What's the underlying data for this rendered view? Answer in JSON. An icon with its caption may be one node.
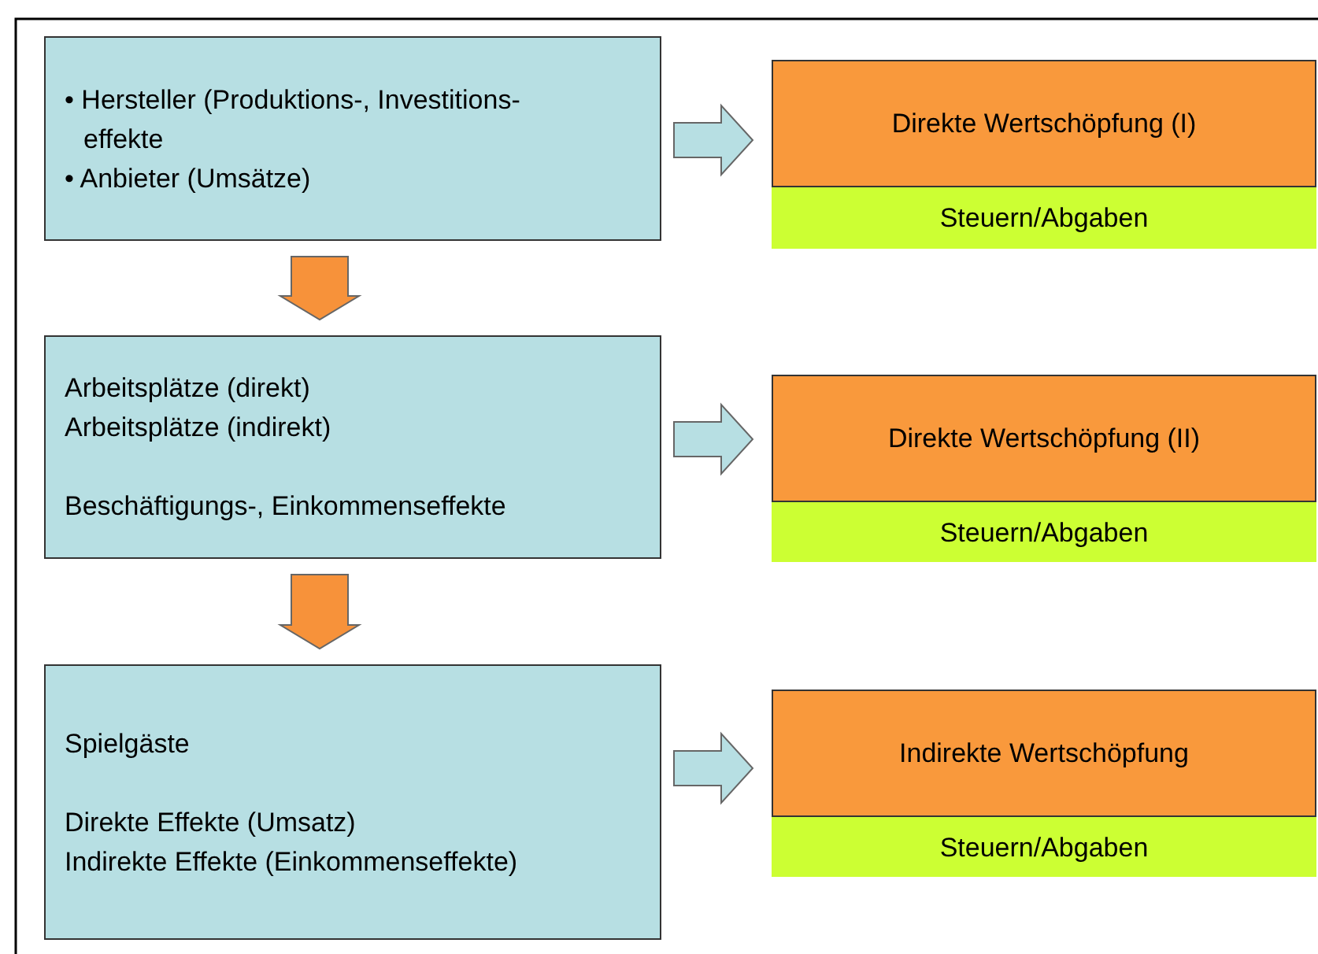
{
  "diagram": {
    "nodes": [
      {
        "text": [
          "• Hersteller (Produktions-, Investitions- effekte",
          "• Anbieter (Umsätze)"
        ]
      },
      {
        "text": [
          "Direkte Wertschöpfung (I)"
        ]
      },
      {
        "text": [
          "Steuern/Abgaben"
        ],
        "in": 1
      },
      {
        "text": [
          "Arbeitsplätze (direkt)",
          "Arbeitsplätze (indirekt)",
          "Beschäftigungs-, Einkommenseffekte"
        ]
      },
      {
        "text": [
          "Direkte Wertschöpfung (II)"
        ]
      },
      {
        "text": [
          "Steuern/Abgaben"
        ],
        "in": 4
      },
      {
        "text": [
          "Spielgäste",
          "Direkte Effekte (Umsatz)",
          "Indirekte Effekte (Einkommenseffekte)"
        ]
      },
      {
        "text": [
          "Indirekte Wertschöpfung"
        ]
      },
      {
        "text": [
          "Steuern/Abgaben"
        ],
        "in": 7
      }
    ],
    "edges": [
      {
        "from": 0,
        "to": 1,
        "arrow": "to"
      },
      {
        "from": 0,
        "to": 3,
        "arrow": "to",
        "color": "#f7923a"
      },
      {
        "from": 3,
        "to": 4,
        "arrow": "to"
      },
      {
        "from": 3,
        "to": 6,
        "arrow": "to",
        "color": "#f7923a"
      },
      {
        "from": 6,
        "to": 7,
        "arrow": "to"
      }
    ]
  }
}
